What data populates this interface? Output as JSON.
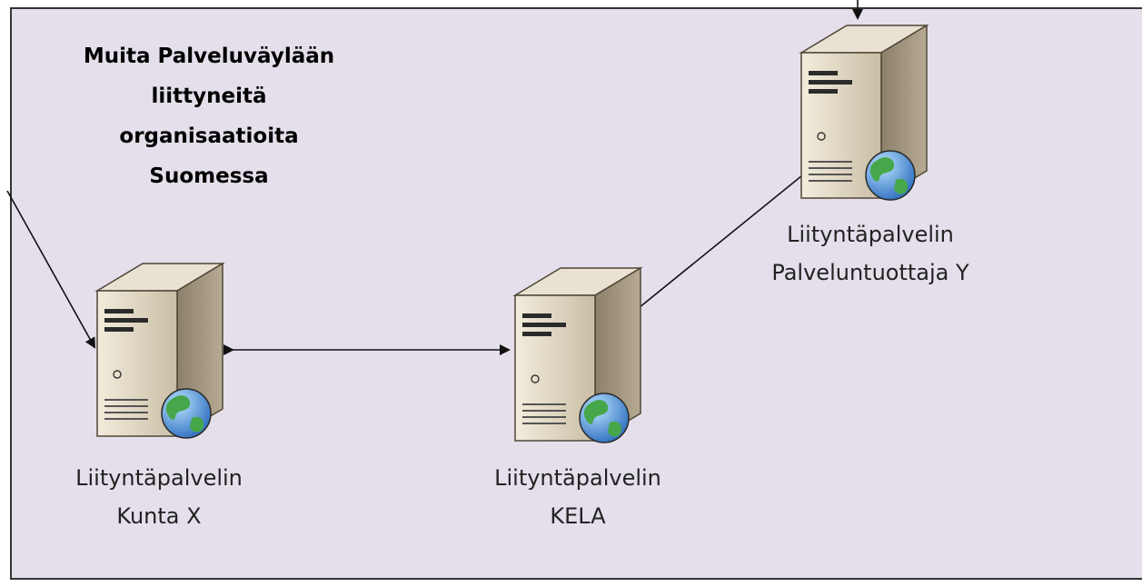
{
  "region": {
    "title_lines": [
      "Muita Palveluväylään",
      "liittyneitä",
      "organisaatioita",
      "Suomessa"
    ]
  },
  "servers": [
    {
      "id": "kunta",
      "label_lines": [
        "Liityntäpalvelin",
        "Kunta X"
      ],
      "icon": "server-globe-icon"
    },
    {
      "id": "kela",
      "label_lines": [
        "Liityntäpalvelin",
        "KELA"
      ],
      "icon": "server-globe-icon"
    },
    {
      "id": "palveluntuottaja",
      "label_lines": [
        "Liityntäpalvelin",
        "Palveluntuottaja Y"
      ],
      "icon": "server-globe-icon"
    }
  ],
  "colors": {
    "region_fill": "#e4dfea",
    "region_border": "#333333",
    "connector": "#111111"
  }
}
